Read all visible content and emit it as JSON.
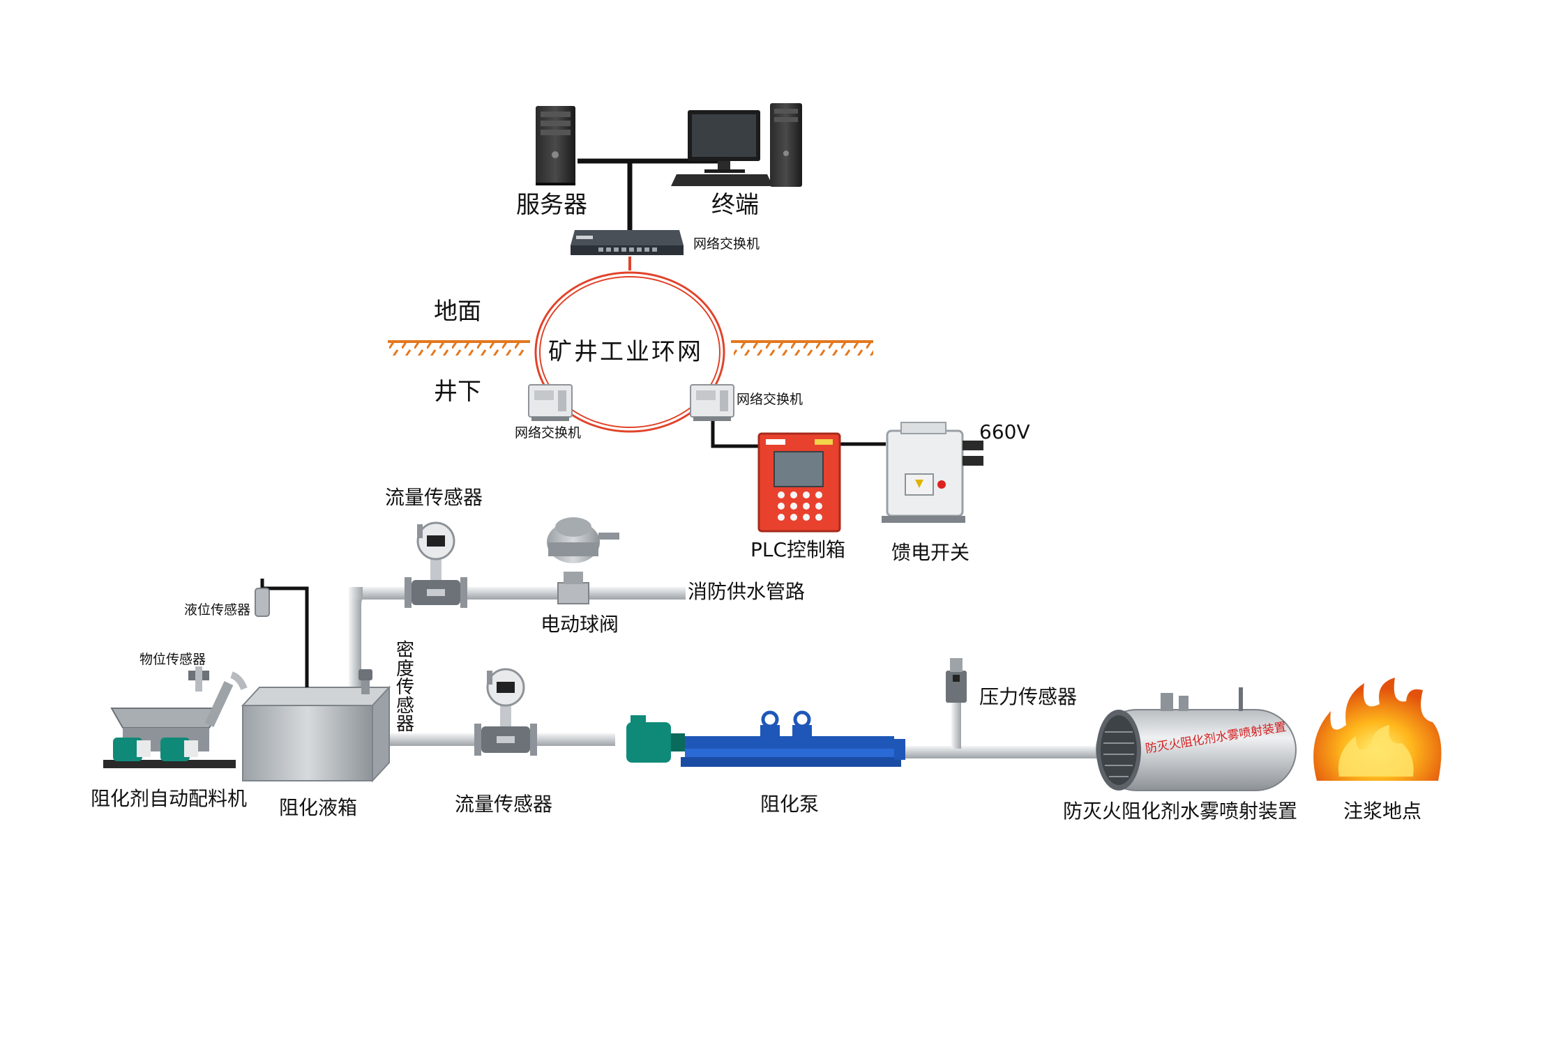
{
  "colors": {
    "ring": "#e0432a",
    "ground": "#e3781f",
    "pipe": "#c9cdd0",
    "cable": "#111111",
    "device_red": "#e8412e",
    "pump_blue": "#1f57b8",
    "motor_teal": "#0f8a78"
  },
  "network": {
    "server_label": "服务器",
    "terminal_label": "终端",
    "switch_top_label": "网络交换机",
    "ring_label": "矿井工业环网",
    "surface_label": "地面",
    "underground_label": "井下",
    "switch_left_label": "网络交换机",
    "switch_right_label": "网络交换机"
  },
  "control": {
    "plc_label": "PLC控制箱",
    "feeder_label": "馈电开关",
    "voltage_label": "660V"
  },
  "upper_line": {
    "flow_sensor_label": "流量传感器",
    "valve_label": "电动球阀",
    "fire_water_label": "消防供水管路"
  },
  "process": {
    "level_sensor_label": "液位传感器",
    "material_sensor_label": "物位传感器",
    "batching_machine_label": "阻化剂自动配料机",
    "tank_label": "阻化液箱",
    "density_sensor_label": "密度传感器",
    "flow_sensor_label": "流量传感器",
    "pump_label": "阻化泵",
    "pressure_sensor_label": "压力传感器",
    "spray_device_label": "防灭火阻化剂水雾喷射装置",
    "spray_tank_text": "防灭火阻化剂水雾喷射装置",
    "injection_point_label": "注浆地点"
  }
}
